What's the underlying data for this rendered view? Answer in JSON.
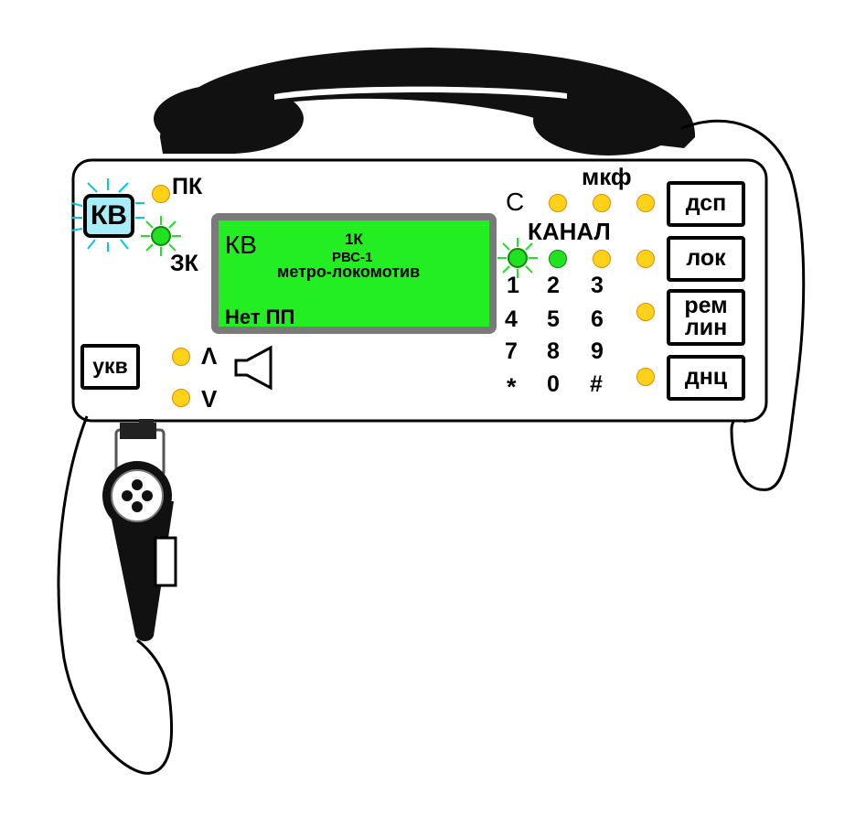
{
  "colors": {
    "screen_bg": "#22ee22",
    "screen_border": "#7a7a7a",
    "led_yellow": "#ffd21a",
    "led_green": "#22e022",
    "kv_button_bg": "#a8ecf8"
  },
  "status_labels": {
    "pk": "ПК",
    "zk": "ЗК",
    "s": "С",
    "mkf": "мкф",
    "kanal": "КАНАЛ"
  },
  "buttons": {
    "kv": "КВ",
    "ukv": "укв",
    "dsp": "дсп",
    "lok": "лок",
    "rem_lin": [
      "рем",
      "лин"
    ],
    "dnc": "днц"
  },
  "display": {
    "mode": "КВ",
    "channel": "1К",
    "station": "РВС-1",
    "route": "метро-локомотив",
    "status": "Нет ПП"
  },
  "volume": {
    "up": "Λ",
    "down": "V"
  },
  "keypad": [
    "1",
    "2",
    "3",
    "4",
    "5",
    "6",
    "7",
    "8",
    "9",
    "*",
    "0",
    "#"
  ],
  "icons": {
    "handset": "handset-icon",
    "microphone": "microphone-icon",
    "speaker": "speaker-icon"
  }
}
